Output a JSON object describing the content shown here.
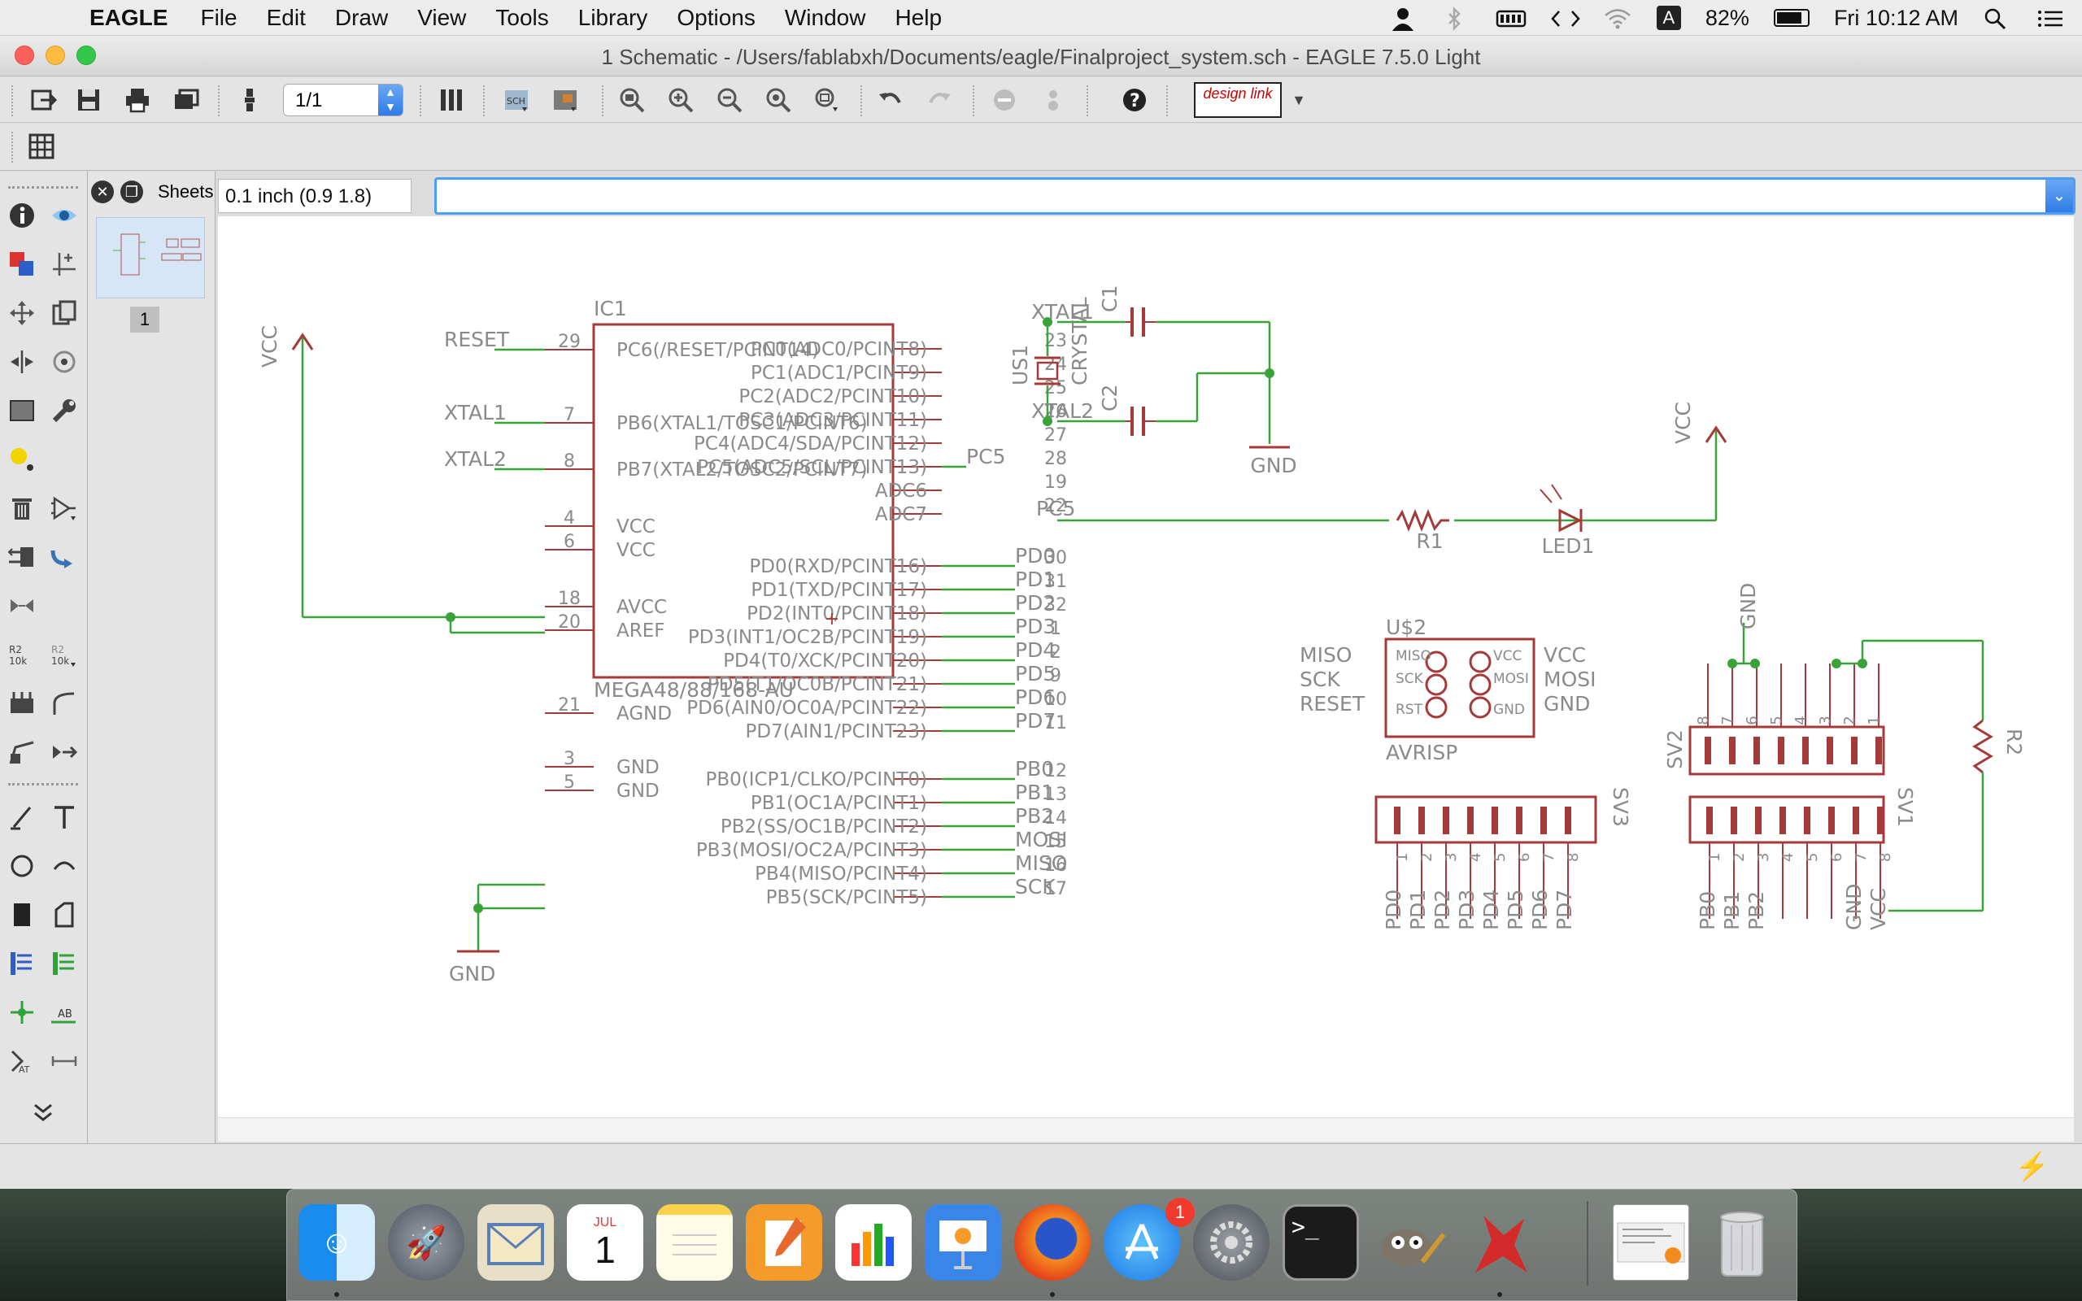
{
  "menubar": {
    "app_name": "EAGLE",
    "items": [
      "File",
      "Edit",
      "Draw",
      "View",
      "Tools",
      "Library",
      "Options",
      "Window",
      "Help"
    ],
    "battery": "82%",
    "clock": "Fri 10:12 AM",
    "input_source": "A"
  },
  "window": {
    "title": "1 Schematic - /Users/fablabxh/Documents/eagle/Finalproject_system.sch - EAGLE 7.5.0 Light"
  },
  "toolbar": {
    "sheet_selector": "1/1",
    "design_link": "design link",
    "icons": [
      "open-icon",
      "save-icon",
      "print-icon",
      "cam-icon",
      "use-icon",
      "library-icon",
      "sch-brd-icon",
      "board-icon",
      "zoom-fit-icon",
      "zoom-in-icon",
      "zoom-out-icon",
      "zoom-redraw-icon",
      "zoom-select-icon",
      "undo-icon",
      "redo-icon",
      "stop-icon",
      "go-icon",
      "help-icon"
    ]
  },
  "sheets_panel": {
    "title": "Sheets",
    "sheet_number": "1"
  },
  "coordinate_display": "0.1 inch (0.9 1.8)",
  "command_line": {
    "value": "",
    "placeholder": ""
  },
  "schematic": {
    "color_wire": "#39a339",
    "color_part": "#a53a3a",
    "ic1": {
      "name": "IC1",
      "value": "MEGA48/88/168-AU",
      "left_pins": [
        {
          "num": "29",
          "label": "PC6(/RESET/PCINT14)",
          "net": "RESET"
        },
        {
          "num": "7",
          "label": "PB6(XTAL1/TOSC1/PCINT6)",
          "net": "XTAL1"
        },
        {
          "num": "8",
          "label": "PB7(XTAL2/TOSC2/PCINT7)",
          "net": "XTAL2"
        },
        {
          "num": "4",
          "label": "VCC",
          "net": ""
        },
        {
          "num": "6",
          "label": "VCC",
          "net": ""
        },
        {
          "num": "18",
          "label": "AVCC",
          "net": ""
        },
        {
          "num": "20",
          "label": "AREF",
          "net": ""
        },
        {
          "num": "21",
          "label": "AGND",
          "net": ""
        },
        {
          "num": "3",
          "label": "GND",
          "net": ""
        },
        {
          "num": "5",
          "label": "GND",
          "net": ""
        }
      ],
      "right_pins": [
        {
          "num": "23",
          "label": "PC0(ADC0/PCINT8)",
          "net": ""
        },
        {
          "num": "24",
          "label": "PC1(ADC1/PCINT9)",
          "net": ""
        },
        {
          "num": "25",
          "label": "PC2(ADC2/PCINT10)",
          "net": ""
        },
        {
          "num": "26",
          "label": "PC3(ADC3/PCINT11)",
          "net": ""
        },
        {
          "num": "27",
          "label": "PC4(ADC4/SDA/PCINT12)",
          "net": ""
        },
        {
          "num": "28",
          "label": "PC5(ADC5/SCL/PCINT13)",
          "net": "PC5"
        },
        {
          "num": "19",
          "label": "ADC6",
          "net": ""
        },
        {
          "num": "22",
          "label": "ADC7",
          "net": ""
        },
        {
          "num": "30",
          "label": "PD0(RXD/PCINT16)",
          "net": "PD0"
        },
        {
          "num": "31",
          "label": "PD1(TXD/PCINT17)",
          "net": "PD1"
        },
        {
          "num": "32",
          "label": "PD2(INT0/PCINT18)",
          "net": "PD2"
        },
        {
          "num": "1",
          "label": "PD3(INT1/OC2B/PCINT19)",
          "net": "PD3"
        },
        {
          "num": "2",
          "label": "PD4(T0/XCK/PCINT20)",
          "net": "PD4"
        },
        {
          "num": "9",
          "label": "PD5(T1/OC0B/PCINT21)",
          "net": "PD5"
        },
        {
          "num": "10",
          "label": "PD6(AIN0/OC0A/PCINT22)",
          "net": "PD6"
        },
        {
          "num": "11",
          "label": "PD7(AIN1/PCINT23)",
          "net": "PD7"
        },
        {
          "num": "12",
          "label": "PB0(ICP1/CLKO/PCINT0)",
          "net": "PB0"
        },
        {
          "num": "13",
          "label": "PB1(OC1A/PCINT1)",
          "net": "PB1"
        },
        {
          "num": "14",
          "label": "PB2(SS/OC1B/PCINT2)",
          "net": "PB2"
        },
        {
          "num": "15",
          "label": "PB3(MOSI/OC2A/PCINT3)",
          "net": "MOSI"
        },
        {
          "num": "16",
          "label": "PB4(MISO/PCINT4)",
          "net": "MISO"
        },
        {
          "num": "17",
          "label": "PB5(SCK/PCINT5)",
          "net": "SCK"
        }
      ]
    },
    "labels": {
      "vcc_left": "VCC",
      "gnd_left": "GND",
      "xtal1": "XTAL1",
      "xtal2": "XTAL2",
      "us1": "US1",
      "crystal": "CRYSTAL",
      "c1": "C1",
      "c2": "C2",
      "gnd_xtal": "GND",
      "vcc_right": "VCC",
      "pc5_led": "PC5",
      "r1": "R1",
      "led1": "LED1",
      "us2": "U$2",
      "avrisp": "AVRISP",
      "isp_left_nets": [
        "MISO",
        "SCK",
        "RESET"
      ],
      "isp_right_nets": [
        "VCC",
        "MOSI",
        "GND"
      ],
      "isp_inner_left": [
        "MISO",
        "SCK",
        "RST"
      ],
      "isp_inner_right": [
        "VCC",
        "MOSI",
        "GND"
      ],
      "gnd_sv2": "GND",
      "sv2": "SV2",
      "r2": "R2",
      "sv3": "SV3",
      "sv1": "SV1",
      "sv2_pin_numbers": [
        "8",
        "7",
        "6",
        "5",
        "4",
        "3",
        "2",
        "1"
      ],
      "sv3_pin_numbers": [
        "1",
        "2",
        "3",
        "4",
        "5",
        "6",
        "7",
        "8"
      ],
      "sv1_pin_numbers": [
        "1",
        "2",
        "3",
        "4",
        "5",
        "6",
        "7",
        "8"
      ],
      "sv3_nets": [
        "PD0",
        "PD1",
        "PD2",
        "PD3",
        "PD4",
        "PD5",
        "PD6",
        "PD7"
      ],
      "sv1_nets": [
        "PB0",
        "PB1",
        "PB2",
        "GND",
        "VCC"
      ]
    }
  },
  "dock": {
    "apps": [
      "Finder",
      "Launchpad",
      "Mail",
      "Calendar",
      "Notes",
      "Pages",
      "Numbers",
      "Keynote",
      "Firefox",
      "App Store",
      "System Preferences",
      "Terminal",
      "GIMP",
      "EAGLE",
      "Document",
      "Trash"
    ],
    "calendar_month": "JUL",
    "calendar_day": "1",
    "app_store_badge": "1"
  }
}
